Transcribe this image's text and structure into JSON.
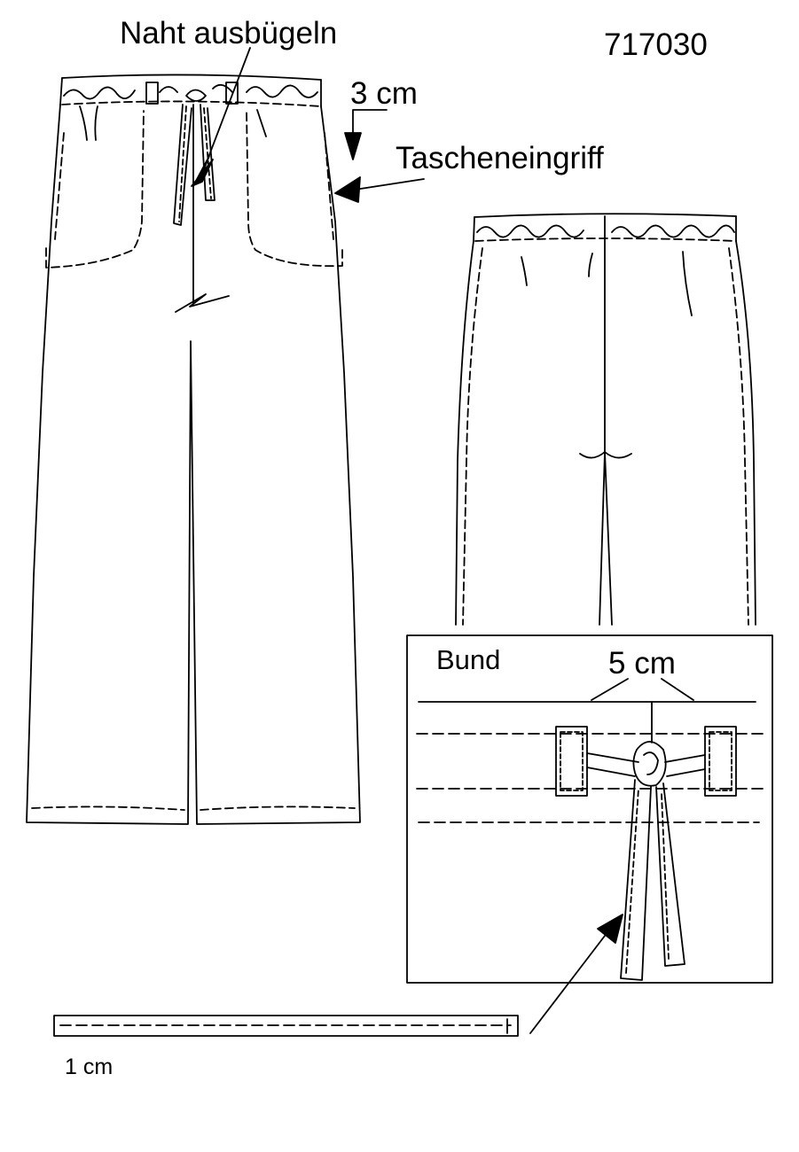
{
  "labels": {
    "seam_note": "Naht ausbügeln",
    "article_number": "717030",
    "waist_height": "3 cm",
    "pocket_note": "Tascheneingriff",
    "waistband_title": "Bund",
    "loop_spacing": "5 cm",
    "tie_width": "1 cm"
  },
  "colors": {
    "line": "#000000",
    "background": "#ffffff"
  }
}
